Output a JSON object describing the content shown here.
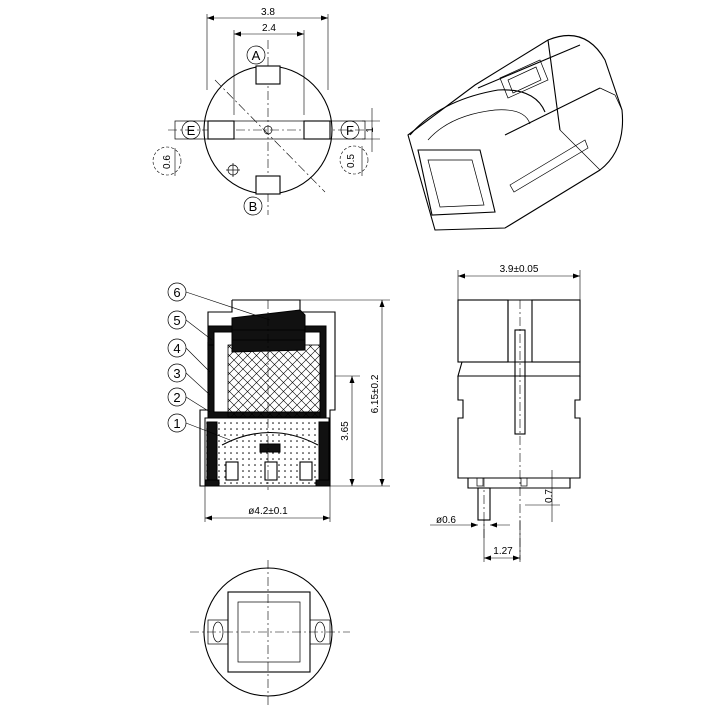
{
  "top_view": {
    "dim_overall_width": "3.8",
    "dim_pad_spacing": "2.4",
    "dim_left_circle": "0.6",
    "dim_right_circle": "0.5",
    "dim_pad_height": "1",
    "label_a": "A",
    "label_b": "B",
    "label_e": "E",
    "label_f": "F"
  },
  "section_view": {
    "dim_total_height": "6.15±0.2",
    "dim_body_height": "3.65",
    "dim_diameter": "ø4.2±0.1",
    "callouts": [
      "1",
      "2",
      "3",
      "4",
      "5",
      "6"
    ]
  },
  "side_view": {
    "dim_width": "3.9±0.05",
    "dim_pin_diameter": "ø0.6",
    "dim_pin_length": "0.7",
    "dim_pin_pitch": "1.27"
  },
  "colors": {
    "line": "#000000",
    "background": "#ffffff",
    "fill_dark": "#111111"
  }
}
